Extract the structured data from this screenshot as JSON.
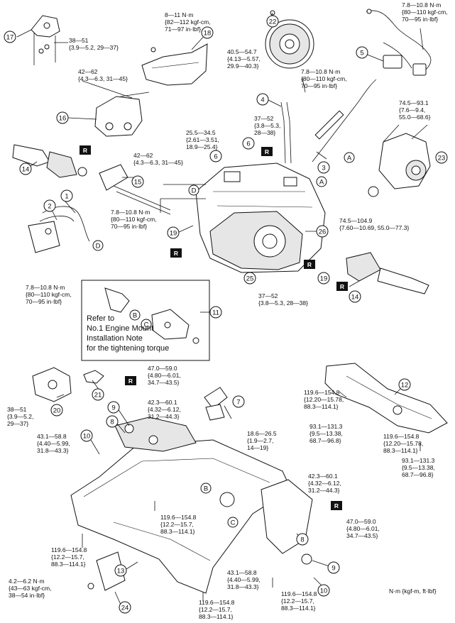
{
  "callout_numbers": [
    "17",
    "18",
    "22",
    "5",
    "16",
    "4",
    "6",
    "6",
    "23",
    "14",
    "15",
    "1",
    "2",
    "19",
    "26",
    "19",
    "25",
    "14",
    "11",
    "3",
    "21",
    "20",
    "7",
    "12",
    "9",
    "8",
    "10",
    "9",
    "8",
    "10",
    "13",
    "24"
  ],
  "letters": {
    "R": "R",
    "A": "A",
    "B": "B",
    "C": "C",
    "D": "D"
  },
  "torque": {
    "t17": [
      "38—51",
      "{3.9—5.2, 29—37}"
    ],
    "t18": [
      "8—11 N·m",
      "{82—112 kgf-cm,",
      "71—97 in·lbf}"
    ],
    "t22": [
      "40.5—54.7",
      "{4.13—5.57,",
      "29.9—40.3}"
    ],
    "t5": [
      "7.8—10.8 N·m",
      "{80—110 kgf-cm,",
      "70—95 in·lbf}"
    ],
    "t16": [
      "42—62",
      "{4.3—6.3, 31—45}"
    ],
    "t4": [
      "7.8—10.8 N·m",
      "{80—110 kgf-cm,",
      "70—95 in·lbf}"
    ],
    "t37a": [
      "37—52",
      "{3.8—5.3,",
      "28—38}"
    ],
    "t74a": [
      "74.5—93.1",
      "{7.6—9.4,",
      "55.0—68.6}"
    ],
    "t25a": [
      "25.5—34.5",
      "{2.61—3.51,",
      "18.9—25.4}"
    ],
    "t42b": [
      "42—62",
      "{4.3—6.3, 31—45}"
    ],
    "t15": [
      "7.8—10.8 N·m",
      "{80—110 kgf-cm,",
      "70—95 in·lbf}"
    ],
    "t74b": [
      "74.5—104.9",
      "{7.60—10.69, 55.0—77.3}"
    ],
    "tleft": [
      "7.8—10.8 N·m",
      "{80—110 kgf-cm,",
      "70—95 in·lbf}"
    ],
    "t37b": [
      "37—52",
      "{3.8—5.3, 28—38}"
    ],
    "t20": [
      "38—51",
      "{3.9—5.2,",
      "29—37}"
    ],
    "t47a": [
      "47.0—59.0",
      "{4.80—6.01,",
      "34.7—43.5}"
    ],
    "t42c": [
      "42.3—60.1",
      "{4.32—6.12,",
      "31.2—44.3}"
    ],
    "t7": [
      "18.6—26.5",
      "{1.9—2.7,",
      "14—19}"
    ],
    "t43a": [
      "43.1—58.8",
      "{4.40—5.99,",
      "31.8—43.3}"
    ],
    "t12a": [
      "119.6—154.8",
      "{12.20—15.78,",
      "88.3—114.1}"
    ],
    "t93a": [
      "93.1—131.3",
      "{9.5—13.38,",
      "68.7—96.8}"
    ],
    "t12b": [
      "119.6—154.8",
      "{12.20—15.78,",
      "88.3—114.1}"
    ],
    "t93b": [
      "93.1—131.3",
      "{9.5—13.38,",
      "68.7—96.8}"
    ],
    "t42d": [
      "42.3—60.1",
      "{4.32—6.12,",
      "31.2—44.3}"
    ],
    "tmid": [
      "119.6—154.8",
      "{12.2—15.7,",
      "88.3—114.1}"
    ],
    "t47b": [
      "47.0—59.0",
      "{4.80—6.01,",
      "34.7—43.5}"
    ],
    "t13": [
      "119.6—154.8",
      "{12.2—15.7,",
      "88.3—114.1}"
    ],
    "t24": [
      "4.2—6.2 N·m",
      "{43—63 kgf-cm,",
      "38—54 in·lbf}"
    ],
    "t43b": [
      "43.1—58.8",
      "{4.40—5.99,",
      "31.8—43.3}"
    ],
    "tbot1": [
      "119.6—154.8",
      "{12.2—15.7,",
      "88.3—114.1}"
    ],
    "tbot2": [
      "119.6—154.8",
      "{12.2—15.7,",
      "88.3—114.1}"
    ]
  },
  "note_lines": [
    "Refer to",
    "No.1 Engine Mount",
    "Installation Note",
    "for the tightening torque"
  ],
  "units_note": "N·m {kgf-m, ft·lbf}"
}
